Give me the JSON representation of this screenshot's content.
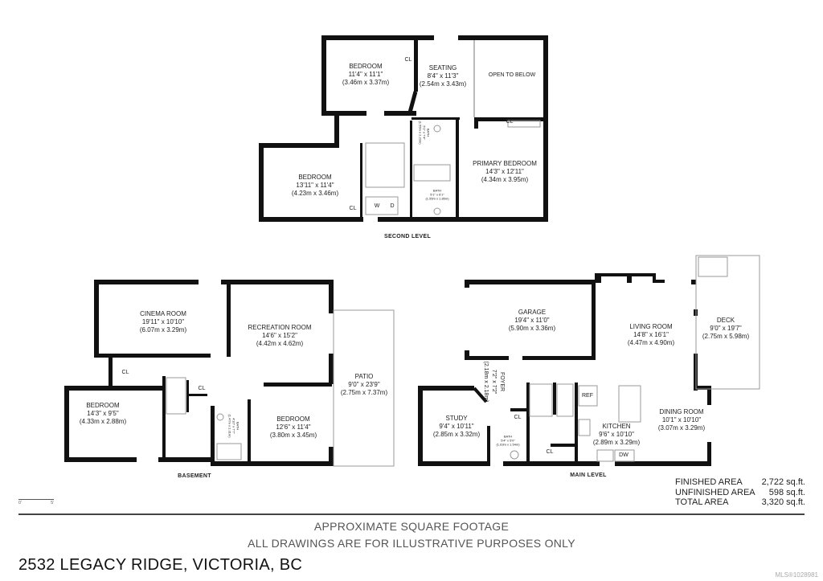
{
  "second_level": {
    "title": "SECOND LEVEL",
    "rooms": [
      {
        "name": "BEDROOM",
        "imperial": "11'4\" x 11'1\"",
        "metric": "(3.46m x 3.37m)"
      },
      {
        "name": "SEATING",
        "imperial": "8'4\" x 11'3\"",
        "metric": "(2.54m x 3.43m)"
      },
      {
        "name": "OPEN TO BELOW"
      },
      {
        "name": "PRIMARY BEDROOM",
        "imperial": "14'3\" x 12'11\"",
        "metric": "(4.34m x 3.95m)"
      },
      {
        "name": "BEDROOM",
        "imperial": "13'11\" x 11'4\"",
        "metric": "(4.23m x 3.46m)"
      }
    ],
    "baths": [
      {
        "name": "BATH",
        "imperial": "5'1\" x 7'4\"",
        "metric": "(1.55m x 2.23m)"
      },
      {
        "name": "BATH",
        "imperial": "5'1\" x 6'1\"",
        "metric": "(1.55m x 1.85m)"
      }
    ],
    "tags": [
      "CL",
      "CL",
      "CL",
      "W",
      "D"
    ]
  },
  "basement": {
    "title": "BASEMENT",
    "rooms": [
      {
        "name": "CINEMA ROOM",
        "imperial": "19'11\" x 10'10\"",
        "metric": "(6.07m x 3.29m)"
      },
      {
        "name": "RECREATION ROOM",
        "imperial": "14'6\" x 15'2\"",
        "metric": "(4.42m x 4.62m)"
      },
      {
        "name": "PATIO",
        "imperial": "9'0\" x 23'9\"",
        "metric": "(2.75m x 7.37m)"
      },
      {
        "name": "BEDROOM",
        "imperial": "14'3\" x 9'5\"",
        "metric": "(4.33m x 2.88m)"
      },
      {
        "name": "BEDROOM",
        "imperial": "12'6\" x 11'4\"",
        "metric": "(3.80m x 3.45m)"
      }
    ],
    "baths": [
      {
        "name": "BATH",
        "imperial": "4'10\" x 7'7\"",
        "metric": "(1.47m x 2.31m)"
      }
    ],
    "tags": [
      "CL",
      "CL"
    ]
  },
  "main_level": {
    "title": "MAIN LEVEL",
    "rooms": [
      {
        "name": "GARAGE",
        "imperial": "19'4\" x 11'0\"",
        "metric": "(5.90m x 3.36m)"
      },
      {
        "name": "LIVING ROOM",
        "imperial": "14'8\" x 16'1\"",
        "metric": "(4.47m x 4.90m)"
      },
      {
        "name": "DECK",
        "imperial": "9'0\" x 19'7\"",
        "metric": "(2.75m x 5.98m)"
      },
      {
        "name": "STUDY",
        "imperial": "9'4\" x 10'11\"",
        "metric": "(2.85m x 3.32m)"
      },
      {
        "name": "KITCHEN",
        "imperial": "9'6\" x 10'10\"",
        "metric": "(2.89m x 3.29m)"
      },
      {
        "name": "DINING ROOM",
        "imperial": "10'1\" x 10'10\"",
        "metric": "(3.07m x 3.29m)"
      },
      {
        "name": "FOYER",
        "imperial": "7'2\" x 7'2\"",
        "metric": "(2.18m x 2.18m)"
      }
    ],
    "baths": [
      {
        "name": "BATH",
        "imperial": "5'4\" x 5'0\"",
        "metric": "(1.63m x 1.54m)"
      }
    ],
    "tags": [
      "CL",
      "CL",
      "REF",
      "DW"
    ]
  },
  "areas": [
    {
      "label": "FINISHED AREA",
      "value": "2,722 sq.ft."
    },
    {
      "label": "UNFINISHED AREA",
      "value": "598 sq.ft."
    },
    {
      "label": "TOTAL AREA",
      "value": "3,320 sq.ft."
    }
  ],
  "scale": {
    "start": "0'",
    "end": "5'"
  },
  "notes": {
    "line1": "APPROXIMATE SQUARE FOOTAGE",
    "line2": "ALL DRAWINGS ARE FOR ILLUSTRATIVE PURPOSES ONLY"
  },
  "address": "2532 LEGACY RIDGE, VICTORIA, BC",
  "mls": "MLS®1028981"
}
